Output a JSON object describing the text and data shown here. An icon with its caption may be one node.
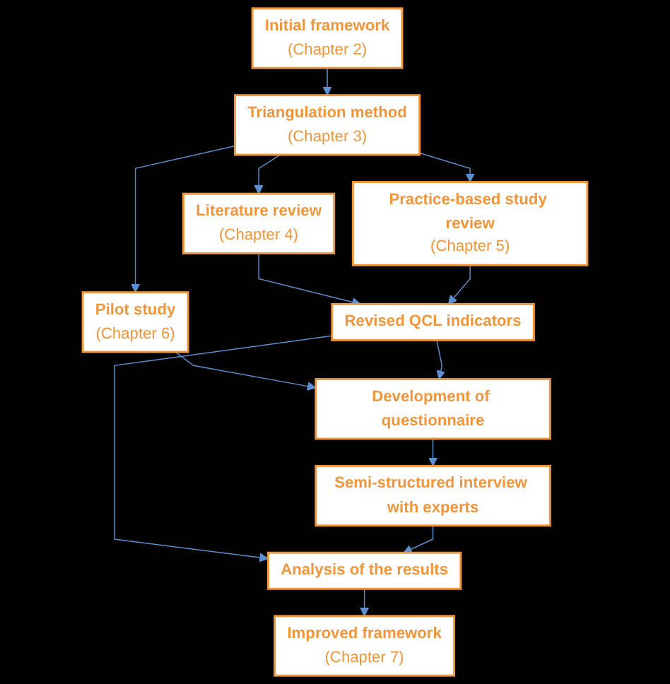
{
  "diagram": {
    "nodes": [
      {
        "text": [
          "Initial framework",
          "(Chapter 2)"
        ]
      },
      {
        "text": [
          "Triangulation method",
          "(Chapter 3)"
        ]
      },
      {
        "text": [
          "Literature review",
          "(Chapter 4)"
        ]
      },
      {
        "text": [
          "Practice-based study review",
          "(Chapter 5)"
        ]
      },
      {
        "text": [
          "Pilot study",
          "(Chapter 6)"
        ]
      },
      {
        "text": [
          "Revised QCL indicators"
        ]
      },
      {
        "text": [
          "Development of questionnaire"
        ]
      },
      {
        "text": [
          "Semi-structured interview with experts"
        ]
      },
      {
        "text": [
          "Analysis of the results"
        ]
      },
      {
        "text": [
          "Improved framework",
          "(Chapter 7)"
        ]
      }
    ],
    "edges": [
      {
        "from": 0,
        "to": 1,
        "arrow": "to"
      },
      {
        "from": 1,
        "to": 2,
        "arrow": "to"
      },
      {
        "from": 1,
        "to": 3,
        "arrow": "to"
      },
      {
        "from": 1,
        "to": 4,
        "arrow": "to"
      },
      {
        "from": 2,
        "to": 5,
        "arrow": "to"
      },
      {
        "from": 3,
        "to": 5,
        "arrow": "to"
      },
      {
        "from": 4,
        "to": 6,
        "arrow": "to"
      },
      {
        "from": 5,
        "to": 6,
        "arrow": "to"
      },
      {
        "from": 6,
        "to": 7,
        "arrow": "to"
      },
      {
        "from": 5,
        "to": 8,
        "arrow": "to"
      },
      {
        "from": 7,
        "to": 8,
        "arrow": "to"
      },
      {
        "from": 8,
        "to": 9,
        "arrow": "to"
      }
    ]
  }
}
